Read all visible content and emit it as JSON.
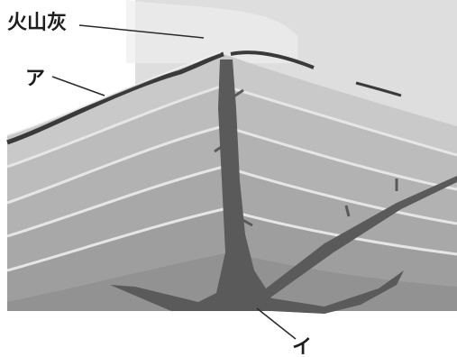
{
  "labels": {
    "ash": "火山灰",
    "a": "ア",
    "i": "イ"
  },
  "colors": {
    "background": "#ffffff",
    "sky": "#dcdcdc",
    "layer_light": "#c4c4c4",
    "layer_mid": "#a9a9a9",
    "layer_dark": "#8f8f8f",
    "magma": "#5a5a5a",
    "ash_line": "#3a3a3a"
  }
}
